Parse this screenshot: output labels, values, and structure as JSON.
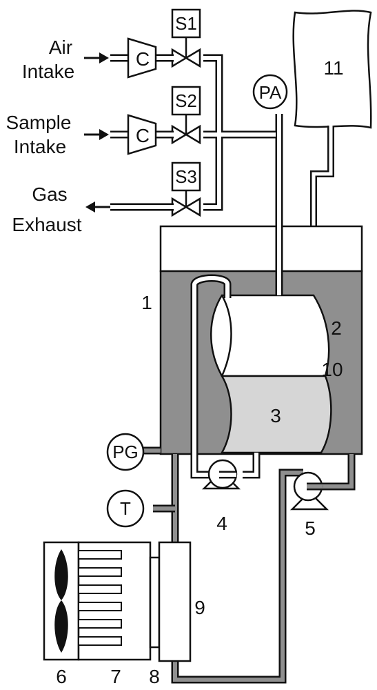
{
  "labels": {
    "air_intake": [
      "Air",
      "Intake"
    ],
    "sample_intake": [
      "Sample",
      "Intake"
    ],
    "gas_exhaust": [
      "Gas",
      "Exhaust"
    ],
    "compressor": "C",
    "valve1": "S1",
    "valve2": "S2",
    "valve3": "S3",
    "pressure_analyzer": "PA",
    "pressure_gauge": "PG",
    "thermometer": "T",
    "n1": "1",
    "n2": "2",
    "n3": "3",
    "n4": "4",
    "n5": "5",
    "n6": "6",
    "n7": "7",
    "n8": "8",
    "n9": "9",
    "n10": "10",
    "n11": "11"
  },
  "colors": {
    "outline": "#111111",
    "liquid_dark": "#8f8f8f",
    "liquid_light": "#d6d6d6",
    "background": "#ffffff"
  },
  "icons": [
    "compressor-icon",
    "valve-icon",
    "pump-icon",
    "fan-icon",
    "heat-sink-icon",
    "gas-bag-icon",
    "arrow-in-icon",
    "arrow-out-icon"
  ]
}
